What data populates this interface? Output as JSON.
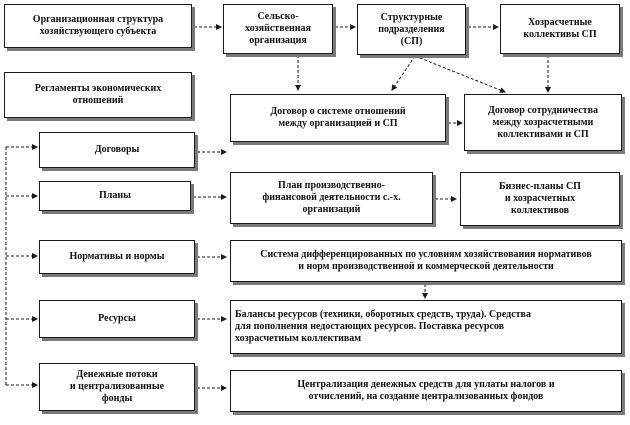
{
  "boxes": {
    "org_structure": "Организационная структура\nхозяйствующего субъекта",
    "agri_org": "Сельско-\nхозяйственная\nорганизация",
    "structural_units": "Структурные\nподразделения\n(СП)",
    "self_financing": "Хозрасчетные\nколлективы СП",
    "regulations": "Регламенты экономических\nотношений",
    "contract_org_sp": "Договор о системе отношений\nмежду организацией и СП",
    "contract_coop": "Договор сотрудничества\nмежду хозрасчетными\nколлективами и СП",
    "contracts": "Договоры",
    "plans": "Планы",
    "production_plan": "План производственно-\nфинансовой деятельности с.-х.\nорганизаций",
    "business_plans": "Бизнес-планы СП\nи хозрасчетных\nколлективов",
    "norms": "Нормативы и нормы",
    "norms_system": "Система дифференцированных по условиям хозяйствования нормативов\nи норм производственной и коммерческой деятельности",
    "resources": "Ресурсы",
    "resource_balances": "Балансы ресурсов (техники, оборотных средств, труда). Средства\nдля пополнения недостающих ресурсов. Поставка ресурсов\nхозрасчетным коллективам",
    "money_flows": "Денежные потоки\nи централизованные\nфонды",
    "centralization": "Централизация денежных средств для уплаты налогов и\nотчислений, на создание централизованных фондов"
  }
}
